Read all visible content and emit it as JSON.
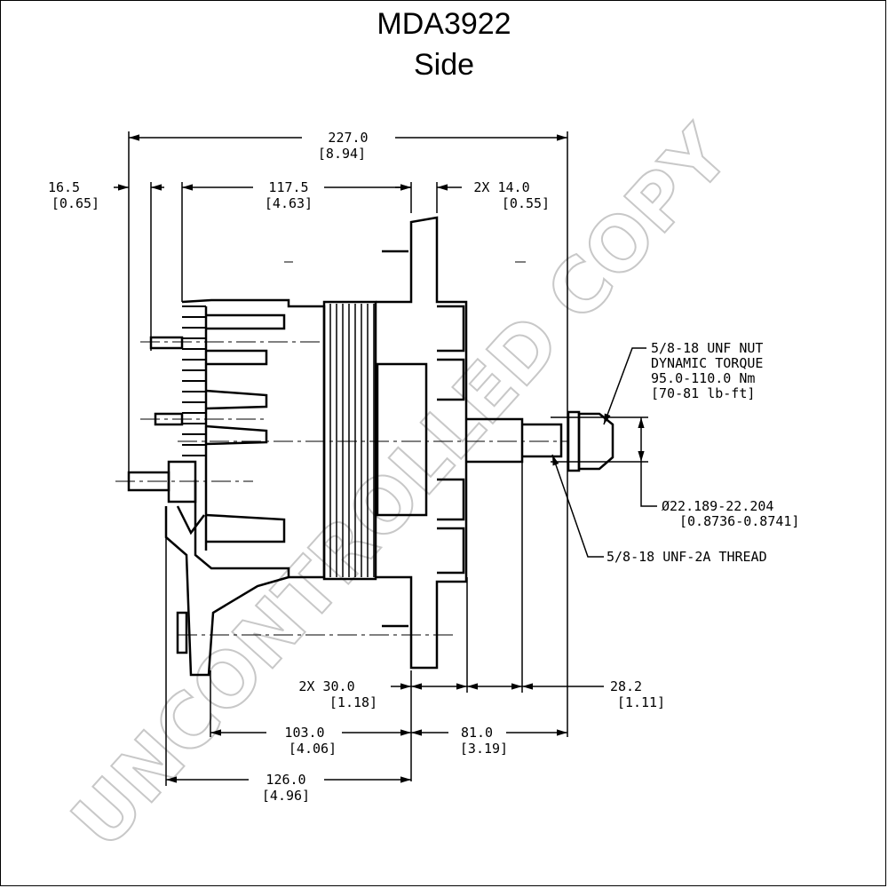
{
  "drawing": {
    "title": "MDA3922",
    "subtitle": "Side"
  },
  "dimensions": {
    "overall_length_mm": "227.0",
    "overall_length_in": "[8.94]",
    "rear_offset_mm": "16.5",
    "rear_offset_in": "[0.65]",
    "body_length_mm": "117.5",
    "body_length_in": "[4.63]",
    "ear_width_mm": "2X 14.0",
    "ear_width_in": "[0.55]",
    "foot_width_mm": "2X 30.0",
    "foot_width_in": "[1.18]",
    "shaft_extension_mm": "28.2",
    "shaft_extension_in": "[1.11]",
    "rear_mount_mm": "103.0",
    "rear_mount_in": "[4.06]",
    "front_length_mm": "81.0",
    "front_length_in": "[3.19]",
    "base_length_mm": "126.0",
    "base_length_in": "[4.96]"
  },
  "callouts": {
    "nut_line1": "5/8-18 UNF NUT",
    "nut_line2": "DYNAMIC TORQUE",
    "nut_line3": "95.0-110.0 Nm",
    "nut_line4": "[70-81 lb-ft]",
    "shaft_dia_mm": "Ø22.189-22.204",
    "shaft_dia_in": "[0.8736-0.8741]",
    "thread": "5/8-18 UNF-2A THREAD"
  },
  "watermark": "UNCONTROLLED COPY"
}
